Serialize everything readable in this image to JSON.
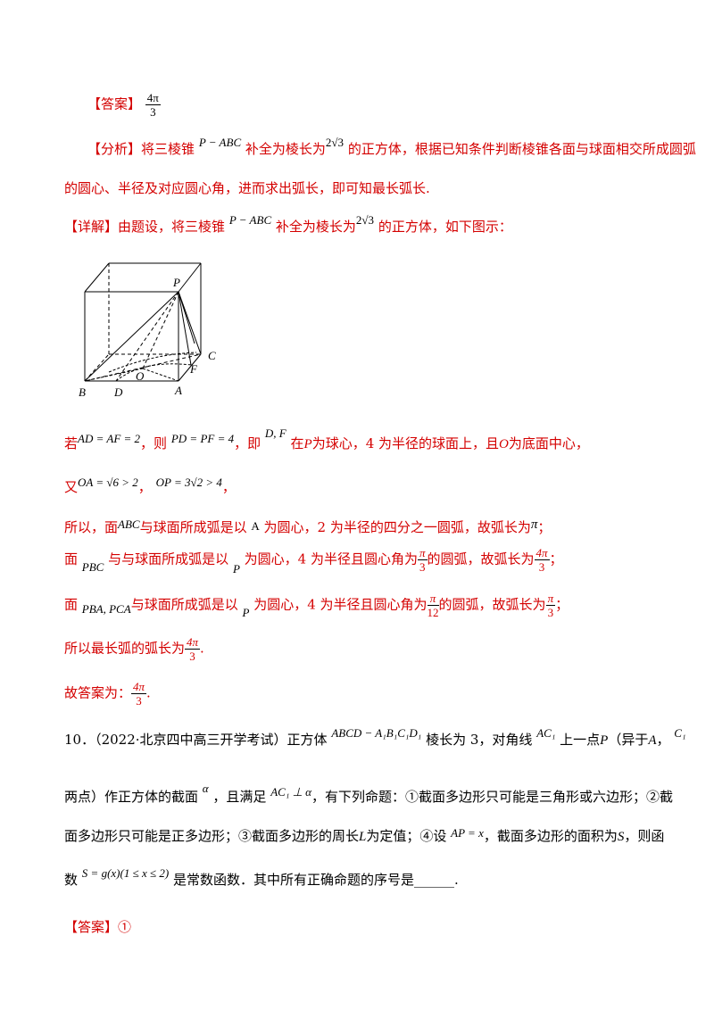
{
  "answer1": {
    "tag": "【答案】",
    "frac_num": "4π",
    "frac_den": "3"
  },
  "analysis": {
    "tag": "【分析】",
    "text1": "将三棱锥",
    "pyramid": "P − ABC",
    "text2": "补全为棱长为",
    "edge": "2√3",
    "text3": "的正方体，根据已知条件判断棱锥各面与球面相交所成圆弧",
    "line2": "的圆心、半径及对应圆心角，进而求出弧长，即可知最长弧长."
  },
  "detail": {
    "tag": "【详解】",
    "text1": "由题设，将三棱锥",
    "pyramid": "P − ABC",
    "text2": "补全为棱长为",
    "edge": "2√3",
    "text3": "的正方体，如下图示："
  },
  "figure": {
    "labels": {
      "P": "P",
      "C": "C",
      "F": "F",
      "B": "B",
      "D": "D",
      "O": "O",
      "A": "A"
    }
  },
  "para1": {
    "ruo": "若",
    "eq1": "AD = AF = 2",
    "ze": "，则",
    "eq2": "PD = PF = 4",
    "ji": "，即",
    "df": "D, F",
    "zai": "在",
    "p": "P",
    "rest1": "为球心，4 为半径的球面上，且",
    "o": "O",
    "rest2": "为底面中心，"
  },
  "para2": {
    "you": "又",
    "eq1": "OA = √6 > 2",
    "comma": "，",
    "eq2": "OP = 3√2 > 4",
    "end": "，"
  },
  "para3": {
    "text1": "所以，面",
    "abc": "ABC",
    "text2": "与球面所成弧是以",
    "a": "A",
    "text3": "为圆心，2 为半径的四分之一圆弧，故弧长为",
    "pi": "π",
    "end": "；"
  },
  "para4": {
    "text1": "面",
    "pbc": "PBC",
    "text2": "与与球面所成弧是以",
    "p": "P",
    "text3": "为圆心，4 为半径且圆心角为",
    "f1n": "π",
    "f1d": "3",
    "text4": "的圆弧，故弧长为",
    "f2n": "4π",
    "f2d": "3",
    "end": "；"
  },
  "para5": {
    "text1": "面",
    "planes": "PBA, PCA",
    "text2": "与球面所成弧是以",
    "p": "P",
    "text3": "为圆心，4 为半径且圆心角为",
    "f1n": "π",
    "f1d": "12",
    "text4": "的圆弧，故弧长为",
    "f2n": "π",
    "f2d": "3",
    "end": "；"
  },
  "para6": {
    "text1": "所以最长弧的弧长为",
    "fn": "4π",
    "fd": "3",
    "end": "."
  },
  "para7": {
    "text1": "故答案为：",
    "fn": "4π",
    "fd": "3",
    "end": "."
  },
  "q10": {
    "num": "10．",
    "source": "（2022·北京四中高三开学考试）正方体",
    "cube": "ABCD − A₁B₁C₁D₁",
    "text1": "棱长为 3，对角线",
    "diag": "AC₁",
    "text2": "上一点",
    "p": "P",
    "text3": "（异于",
    "a": "A",
    "text4": "，",
    "c1": "C₁",
    "line2a": "两点）作正方体的截面",
    "alpha": "α",
    "line2b": "，且满足",
    "perp": "AC₁ ⊥ α",
    "line2c": "，有下列命题：①截面多边形只可能是三角形或六边形；②截",
    "line3a": "面多边形只可能是正多边形；③截面多边形的周长",
    "l": "L",
    "line3b": "为定值；④设",
    "apx": "AP = x",
    "line3c": "，截面多边形的面积为",
    "s": "S",
    "line3d": "，则函",
    "line4a": "数",
    "func": "S = g(x)(1 ≤ x ≤ 2)",
    "line4b": "是常数函数．其中所有正确命题的序号是______."
  },
  "answer2": {
    "tag": "【答案】",
    "value": "①"
  }
}
